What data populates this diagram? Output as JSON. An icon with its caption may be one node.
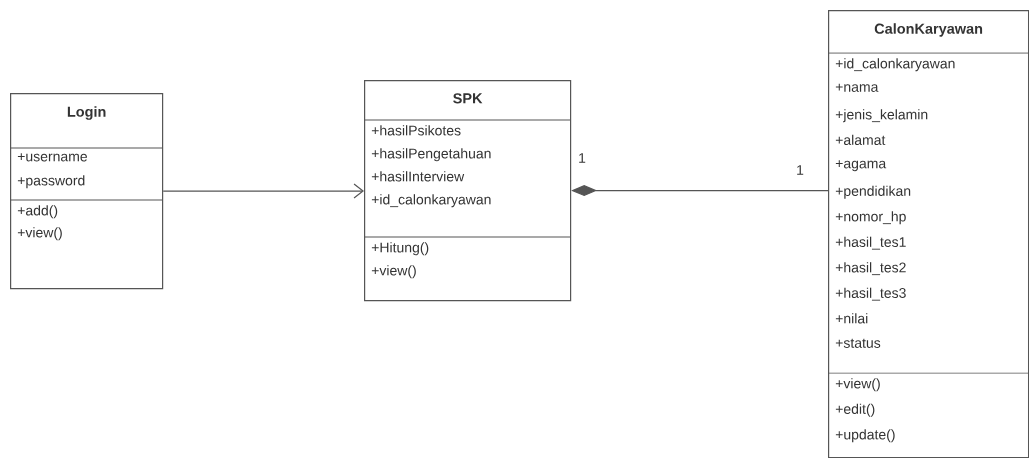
{
  "diagram": {
    "nodes": [
      {
        "text": [
          "Login"
        ]
      },
      {
        "text": [
          "+username",
          "+password"
        ],
        "in": 0
      },
      {
        "text": [
          "+add()",
          "+view()"
        ],
        "in": 0
      },
      {
        "text": [
          "SPK"
        ]
      },
      {
        "text": [
          "+hasilPsikotes",
          "+hasilPengetahuan",
          "+hasilInterview",
          "+id_calonkaryawan"
        ],
        "in": 3
      },
      {
        "text": [
          "+Hitung()",
          "+view()"
        ],
        "in": 3
      },
      {
        "text": [
          "CalonKaryawan"
        ]
      },
      {
        "text": [
          "+id_calonkaryawan",
          "+nama",
          "+jenis_kelamin",
          "+alamat",
          "+agama",
          "+pendidikan",
          "+nomor_hp",
          "+hasil_tes1",
          "+hasil_tes2",
          "+hasil_tes3",
          "+nilai",
          "+status"
        ],
        "in": 6
      },
      {
        "text": [
          "+view()",
          "+edit()",
          "+update()"
        ],
        "in": 6
      }
    ],
    "edges": [
      {
        "from": 0,
        "to": 3,
        "arrow": "to"
      },
      {
        "from": 3,
        "to": 6,
        "arrow": "other"
      }
    ],
    "labels": [
      "1",
      "1"
    ]
  }
}
